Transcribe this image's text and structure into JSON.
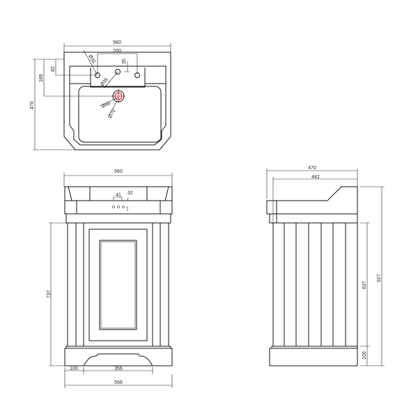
{
  "top_view": {
    "width": "560",
    "tap_spacing": "200",
    "tap_hole": "Ø35",
    "center_hole": "Ø35",
    "center_offset": "35",
    "tap_depth": "82",
    "waste_depth": "189",
    "depth": "470",
    "waste_inner": "Ø46",
    "waste_outer": "Ø70"
  },
  "front_view": {
    "width": "560",
    "hole_spacing": "41",
    "hole_size": "32",
    "height": "737",
    "plinth_side": "100",
    "plinth_cutout": "356",
    "base_width": "556"
  },
  "side_view": {
    "depth": "470",
    "cabinet_depth": "442",
    "total_height": "927",
    "cabinet_height": "637",
    "plinth_height": "100"
  },
  "colors": {
    "line": "#111111",
    "waste_mark": "#d01010"
  }
}
